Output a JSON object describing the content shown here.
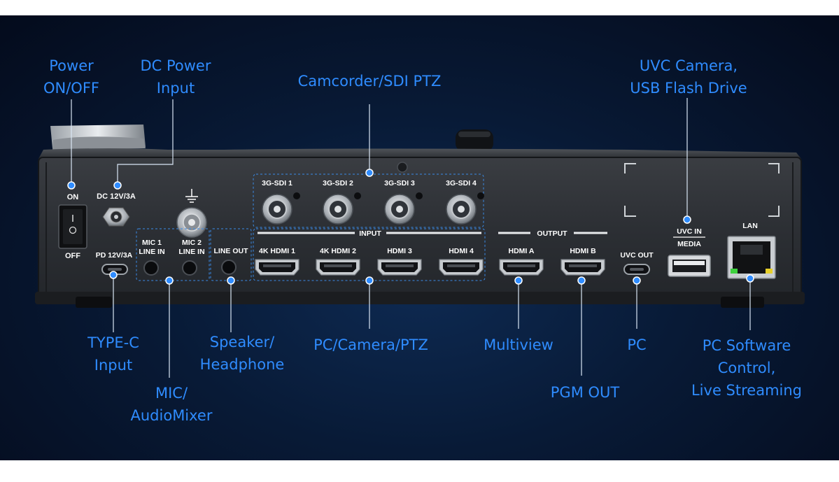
{
  "callouts": {
    "power_onoff": [
      "Power",
      "ON/OFF"
    ],
    "dc_power_input": [
      "DC Power",
      "Input"
    ],
    "camcorder_sdi_ptz": [
      "Camcorder/SDI PTZ"
    ],
    "uvc_camera_usb": [
      "UVC Camera,",
      "USB Flash Drive"
    ],
    "type_c_input": [
      "TYPE-C",
      "Input"
    ],
    "mic_audiomixer": [
      "MIC/",
      "AudioMixer"
    ],
    "speaker_headphone": [
      "Speaker/",
      "Headphone"
    ],
    "pc_camera_ptz": [
      "PC/Camera/PTZ"
    ],
    "multiview": [
      "Multiview"
    ],
    "pgm_out": [
      "PGM OUT"
    ],
    "pc": [
      "PC"
    ],
    "pc_software_control": [
      "PC Software",
      "Control,",
      "Live Streaming"
    ]
  },
  "panel_labels": {
    "on": "ON",
    "off": "OFF",
    "dc_rating": "DC 12V/3A",
    "pd_rating": "PD 12V/3A",
    "mic1": [
      "MIC 1",
      "LINE IN"
    ],
    "mic2": [
      "MIC 2",
      "LINE IN"
    ],
    "line_out": "LINE OUT",
    "sdi_ports": [
      "3G-SDI 1",
      "3G-SDI 2",
      "3G-SDI 3",
      "3G-SDI 4"
    ],
    "input_group": "INPUT",
    "hdmi_inputs": [
      "4K HDMI 1",
      "4K HDMI 2",
      "HDMI 3",
      "HDMI 4"
    ],
    "output_group": "OUTPUT",
    "hdmi_outputs": [
      "HDMI A",
      "HDMI B"
    ],
    "uvc_out": "UVC OUT",
    "uvc_in": "UVC IN",
    "media": "MEDIA",
    "lan": "LAN"
  },
  "colors": {
    "callout_text": "#2f8cff",
    "background": "#081a36",
    "panel": "#2b2e33",
    "dashed_outline": "#3a8be8"
  },
  "icons": {
    "ground": "ground-symbol-icon"
  }
}
